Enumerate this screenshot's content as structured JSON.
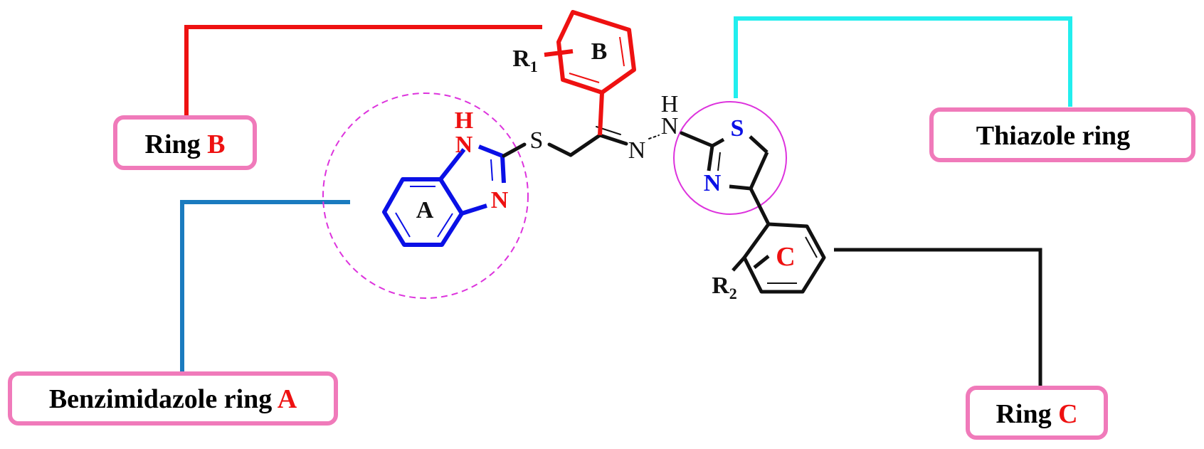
{
  "labels": {
    "ring_b": {
      "text": "Ring ",
      "letter": "B"
    },
    "benzimidazole": {
      "text": "Benzimidazole ring ",
      "letter": "A"
    },
    "thiazole": {
      "text": "Thiazole ring"
    },
    "ring_c": {
      "text": "Ring ",
      "letter": "C"
    }
  },
  "atoms": {
    "h_benz": "H",
    "n_benz_top": "N",
    "n_benz_bottom": "N",
    "ring_a": "A",
    "s_linker": "S",
    "n_imine": "N",
    "h_nh": "H",
    "n_nh": "N",
    "s_thiazole": "S",
    "n_thiazole": "N",
    "ring_b": "B",
    "r1": "R",
    "r1_sub": "1",
    "ring_c": "C",
    "r2": "R",
    "r2_sub": "2"
  },
  "colors": {
    "ring_a": "#0a10e6",
    "ring_b": "#ee1111",
    "ring_c": "#111111",
    "thiazole_leader": "#22eeee",
    "benz_leader": "#1a7bbf",
    "label_box": "#f07aba",
    "highlight_circle": "#dd33dd",
    "letter_red": "#ee1111"
  }
}
